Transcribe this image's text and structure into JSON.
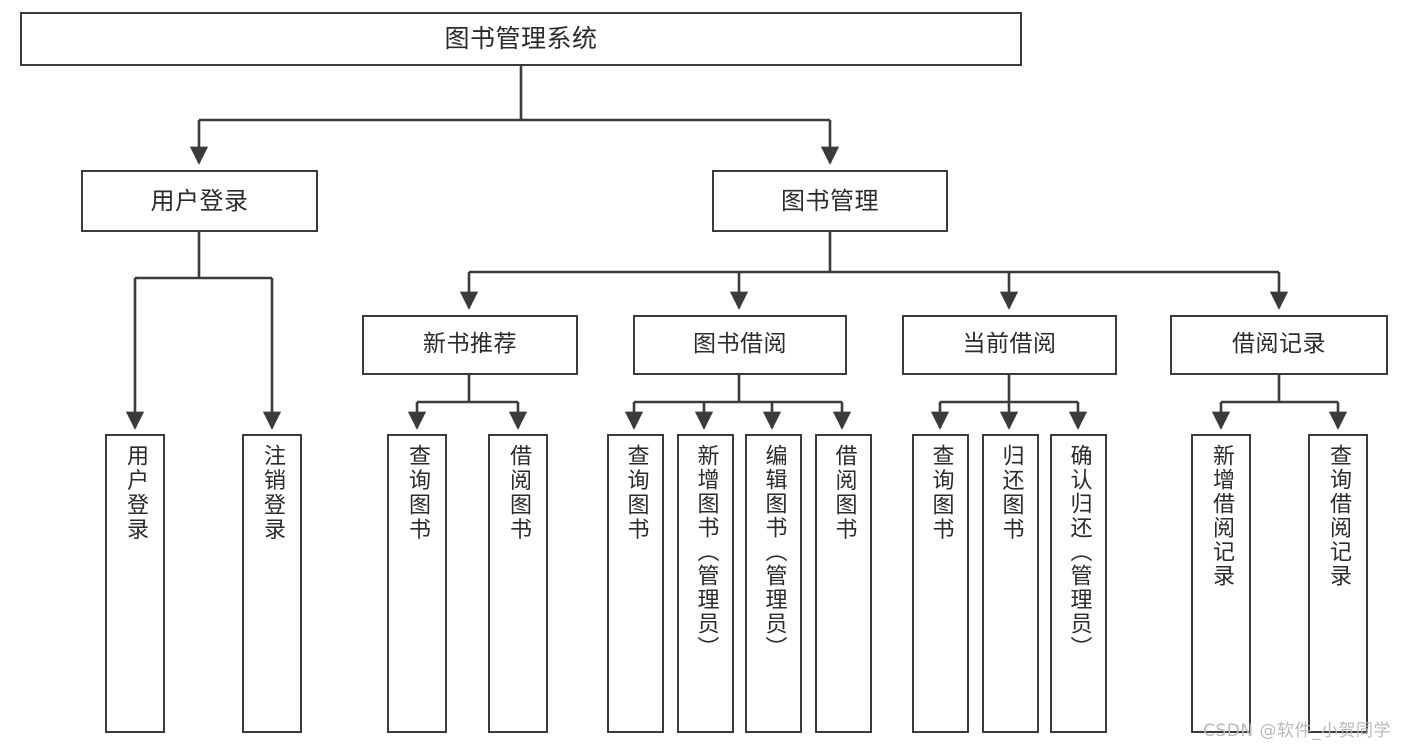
{
  "diagram": {
    "title": "图书管理系统",
    "type": "tree-hierarchy",
    "root": {
      "label": "图书管理系统"
    },
    "level2": [
      {
        "label": "用户登录"
      },
      {
        "label": "图书管理"
      }
    ],
    "level3": [
      {
        "label": "新书推荐"
      },
      {
        "label": "图书借阅"
      },
      {
        "label": "当前借阅"
      },
      {
        "label": "借阅记录"
      }
    ],
    "leaves": {
      "user_login": [
        {
          "label": "用户登录"
        },
        {
          "label": "注销登录"
        }
      ],
      "new_book_recommend": [
        {
          "label": "查询图书"
        },
        {
          "label": "借阅图书"
        }
      ],
      "book_borrow": [
        {
          "label": "查询图书"
        },
        {
          "label": "新增图书（管理员）"
        },
        {
          "label": "编辑图书（管理员）"
        },
        {
          "label": "借阅图书"
        }
      ],
      "current_borrow": [
        {
          "label": "查询图书"
        },
        {
          "label": "归还图书"
        },
        {
          "label": "确认归还（管理员）"
        }
      ],
      "borrow_record": [
        {
          "label": "新增借阅记录"
        },
        {
          "label": "查询借阅记录"
        }
      ]
    }
  },
  "watermark": {
    "text": "CSDN @软件_小贺同学"
  },
  "colors": {
    "stroke": "#3b3b3b",
    "text": "#2b2b2b",
    "background": "#ffffff",
    "watermark": "#b9b9b9"
  }
}
